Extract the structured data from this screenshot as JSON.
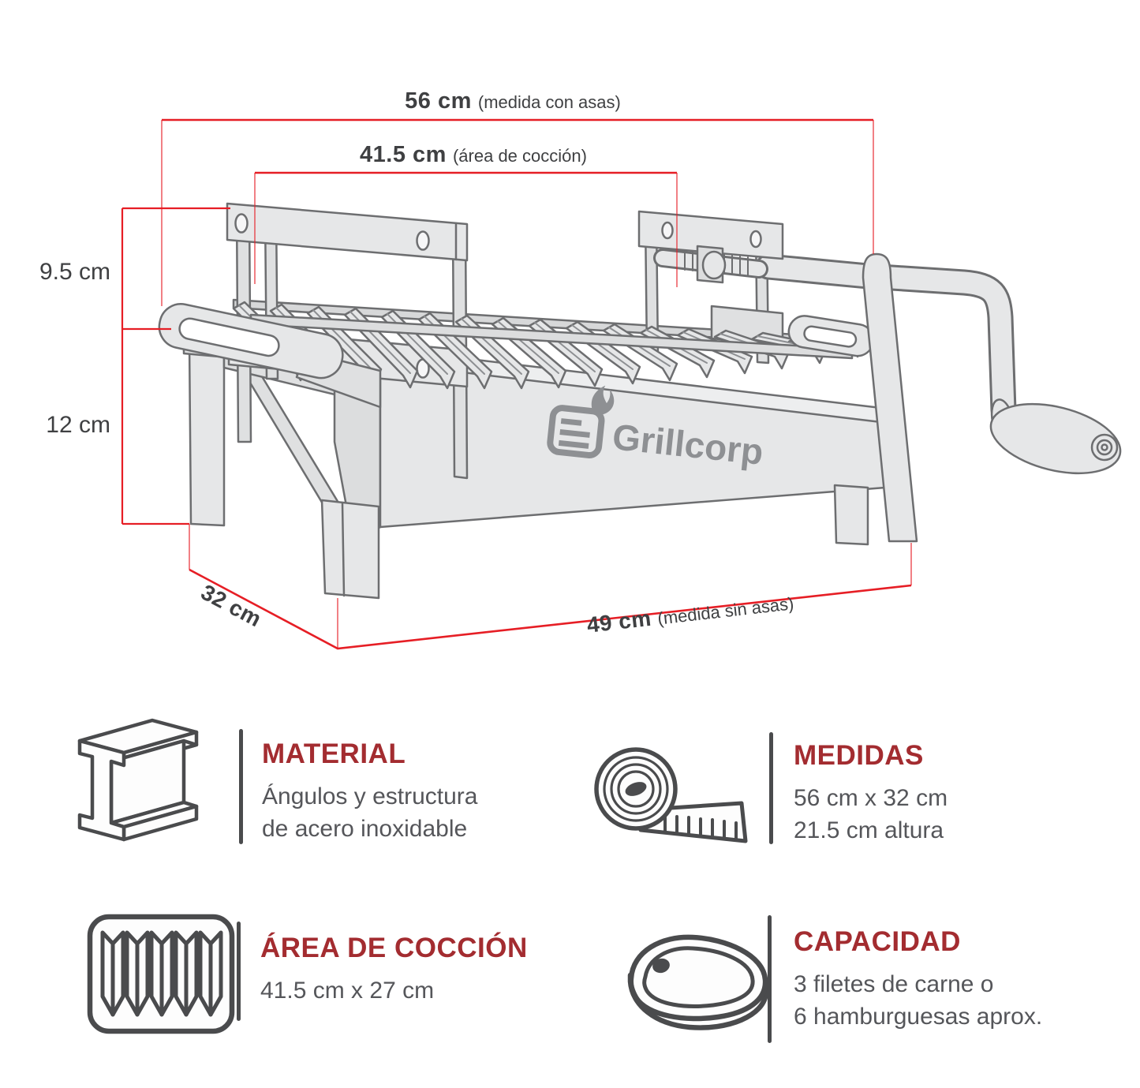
{
  "diagram": {
    "logo_text": "Grillcorp",
    "dimensions": {
      "top_width": {
        "value": "56 cm",
        "note": "(medida con asas)"
      },
      "cooking_width": {
        "value": "41.5 cm",
        "note": "(área de cocción)"
      },
      "grate_height": {
        "value": "9.5 cm"
      },
      "leg_height": {
        "value": "12 cm"
      },
      "depth": {
        "value": "32 cm"
      },
      "bottom_width": {
        "value": "49 cm",
        "note": "(medida sin asas)"
      }
    },
    "colors": {
      "dimension_red": "#E61E25",
      "heading_red": "#A32C30",
      "body_text_gray": "#55565A",
      "dimension_text_gray": "#3F4042",
      "artwork_fill": "#E6E7E8",
      "artwork_stroke": "#6D6E70"
    }
  },
  "specs": [
    {
      "id": "material",
      "icon": "i-beam-icon",
      "title": "MATERIAL",
      "lines": [
        "Ángulos y estructura",
        "de acero inoxidable"
      ]
    },
    {
      "id": "medidas",
      "icon": "tape-measure-icon",
      "title": "MEDIDAS",
      "lines": [
        "56 cm x 32 cm",
        "21.5 cm altura"
      ]
    },
    {
      "id": "area",
      "icon": "grill-tray-icon",
      "title": "ÁREA DE COCCIÓN",
      "lines": [
        "41.5 cm x 27 cm"
      ]
    },
    {
      "id": "capacidad",
      "icon": "steak-icon",
      "title": "CAPACIDAD",
      "lines": [
        "3 filetes de carne o",
        "6 hamburguesas aprox."
      ]
    }
  ]
}
